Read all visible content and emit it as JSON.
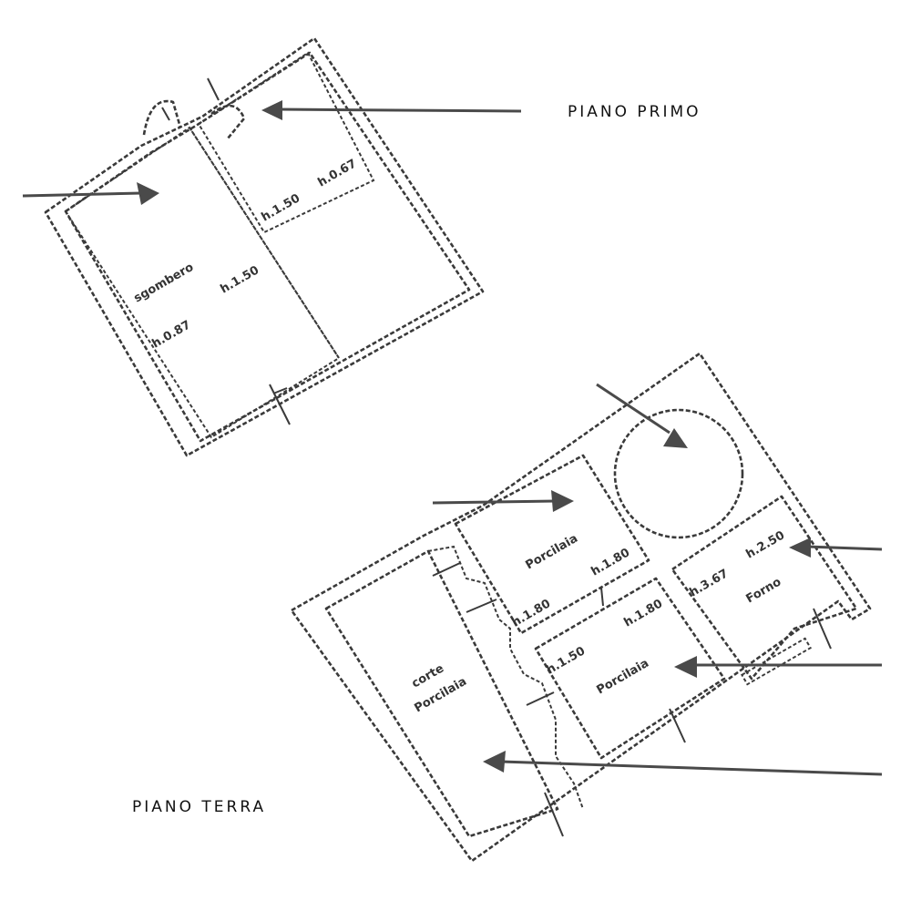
{
  "labels": {
    "piano_primo": "PIANO PRIMO",
    "piano_terra": "PIANO TERRA"
  },
  "piano_primo": {
    "rooms": {
      "sgombero": "sgombero",
      "h_150_left": "h.1.50",
      "h_087": "h.0.87",
      "h_150_right": "h.1.50",
      "h_067": "h.0.67"
    }
  },
  "piano_terra": {
    "rooms": {
      "corte_porcilaia_1": "corte",
      "corte_porcilaia_2": "Porcilaia",
      "porcilaia_top": "Porcilaia",
      "h_180_a": "h.1.80",
      "h_180_b": "h.1.80",
      "porcilaia_bottom": "Porcilaia",
      "h_150": "h.1.50",
      "h_180_c": "h.1.80",
      "forno": "Forno",
      "h_367": "h.3.67",
      "h_250": "h.2.50"
    }
  }
}
